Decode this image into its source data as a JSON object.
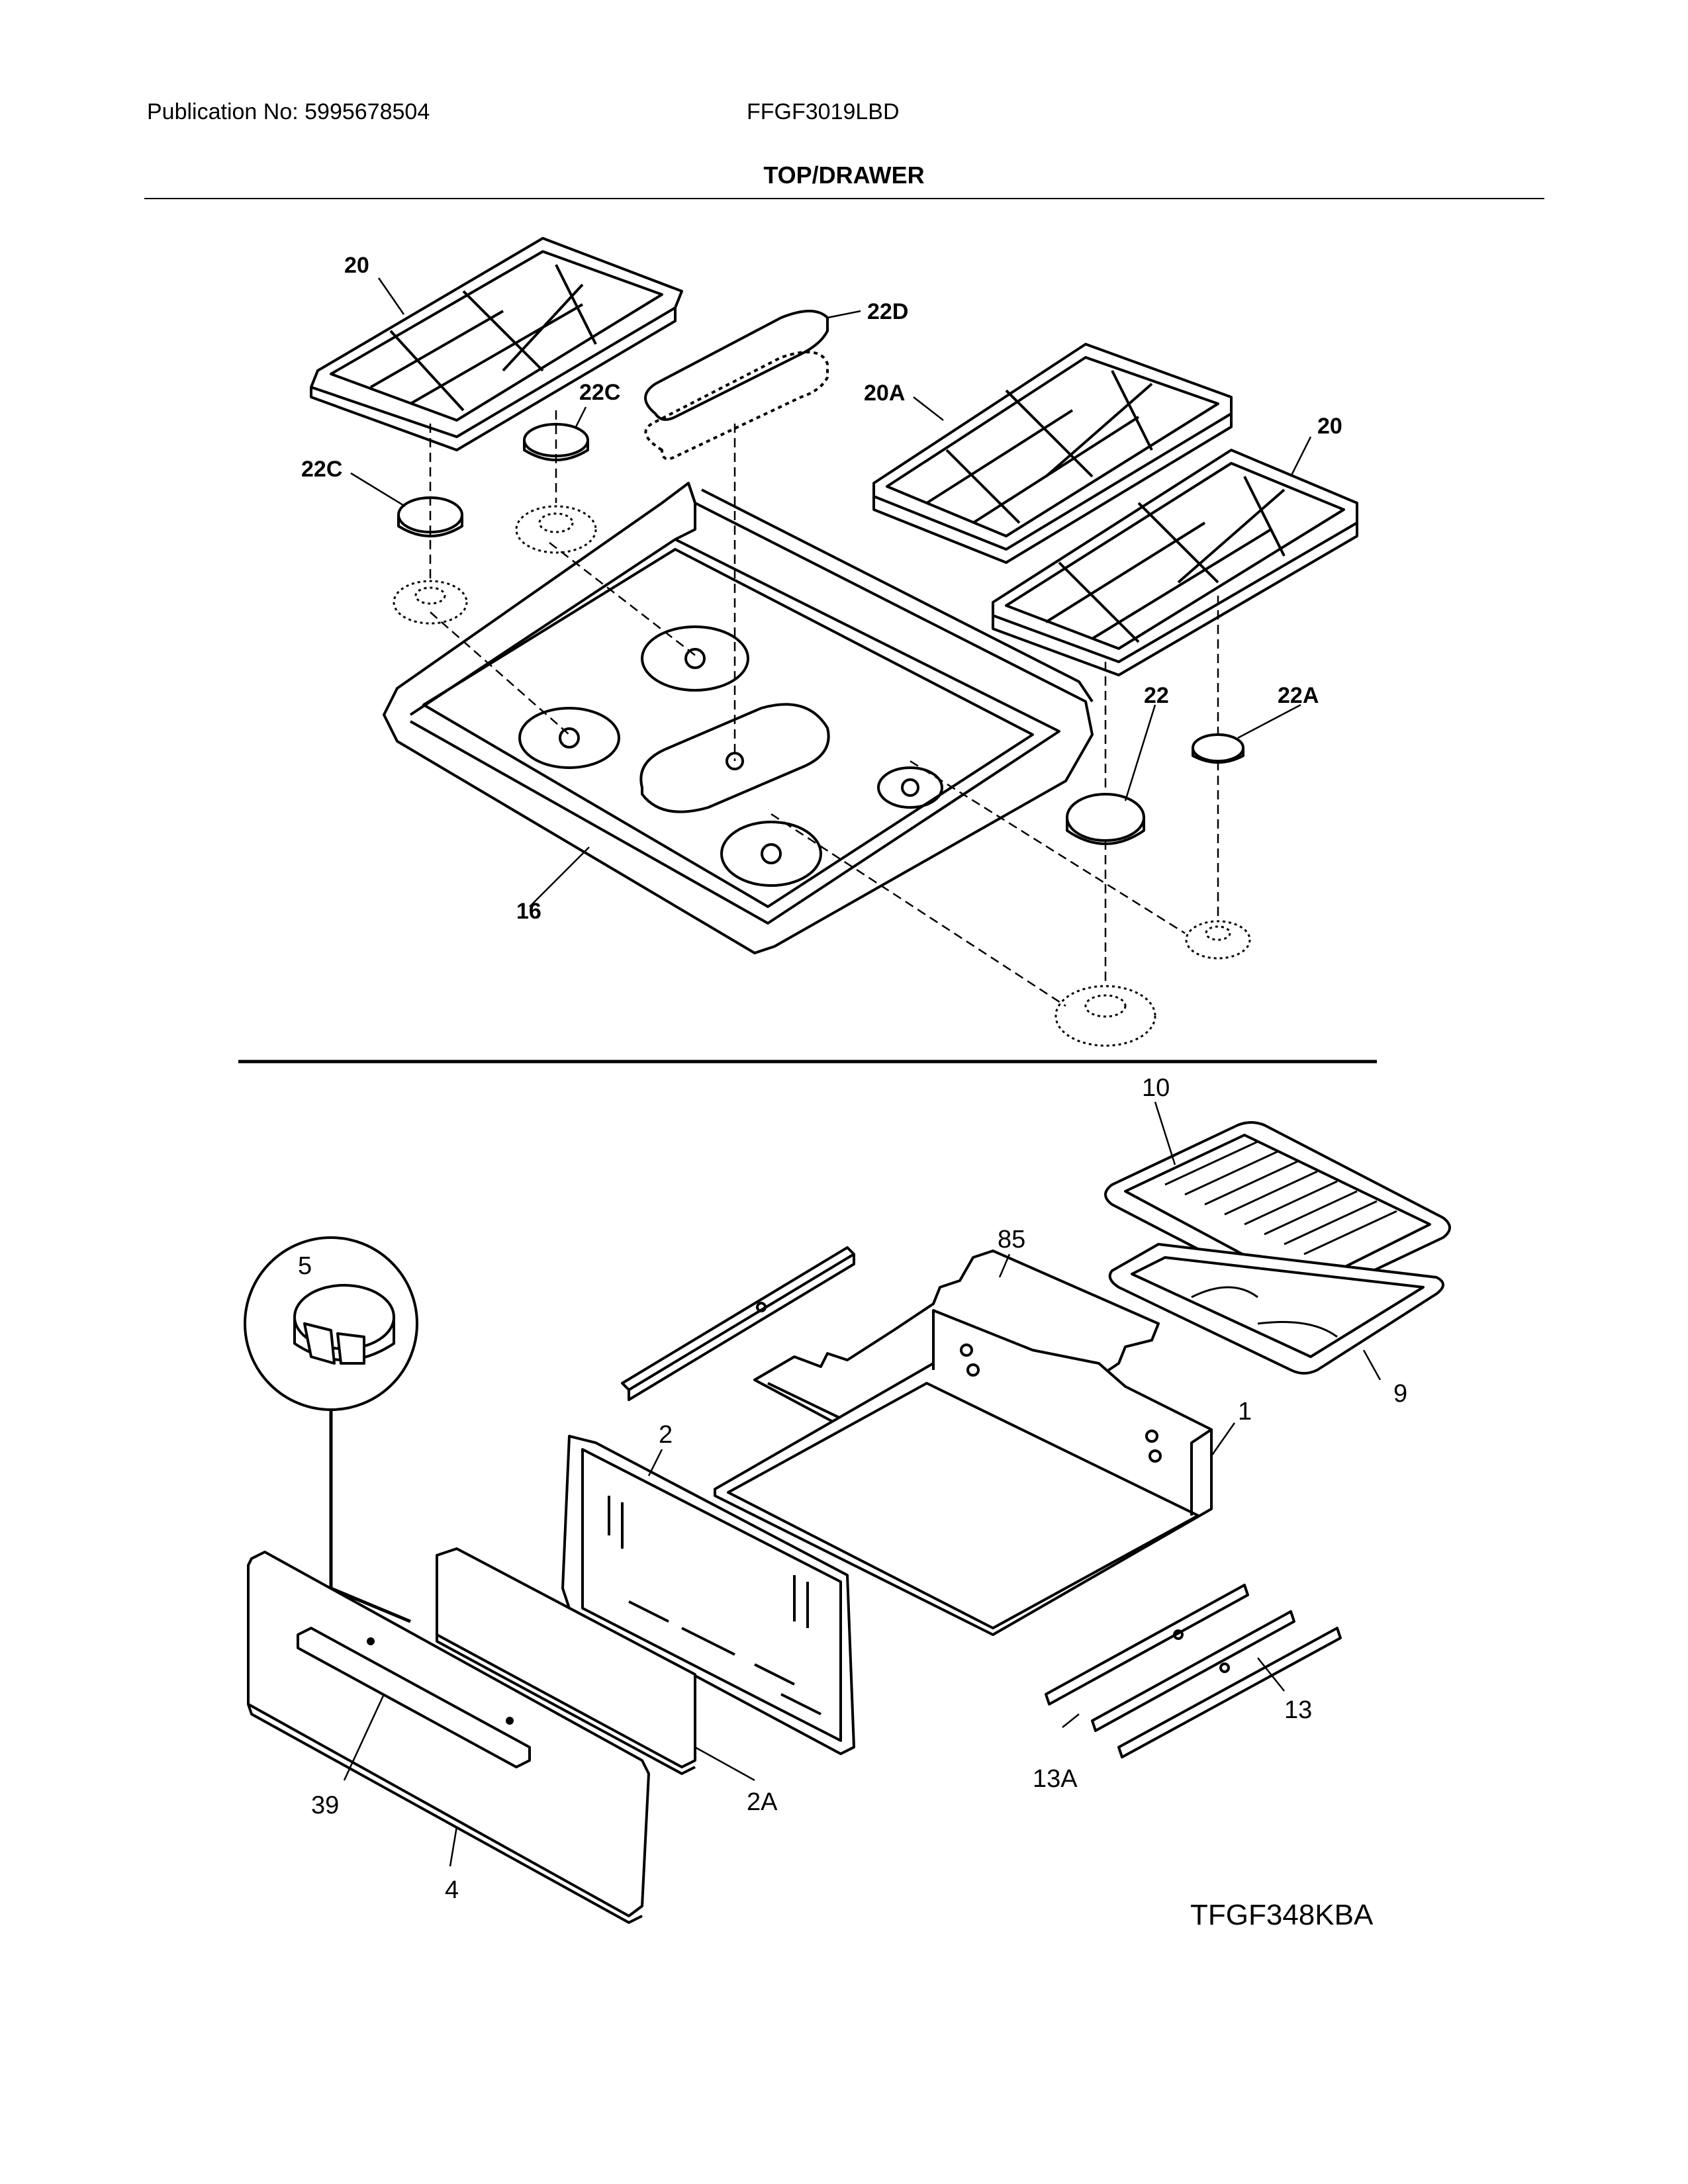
{
  "header": {
    "publication": "Publication No: 5995678504",
    "model": "FFGF3019LBD",
    "section_title": "TOP/DRAWER"
  },
  "top_labels": {
    "grate_left": "20",
    "griddle": "22D",
    "cap_center": "22C",
    "cap_left": "22C",
    "grate_center": "20A",
    "grate_right": "20",
    "cap_large": "22",
    "cap_small": "22A",
    "cooktop": "16"
  },
  "bottom_labels": {
    "broil_grid": "10",
    "rack": "85",
    "broil_pan": "9",
    "roller": "5",
    "back_panel": "2",
    "drawer_body": "1",
    "rail_right": "13",
    "rail_left": "13A",
    "handle": "39",
    "inner_panel": "2A",
    "drawer_front": "4"
  },
  "diagram_ref": "TFGF348KBA"
}
